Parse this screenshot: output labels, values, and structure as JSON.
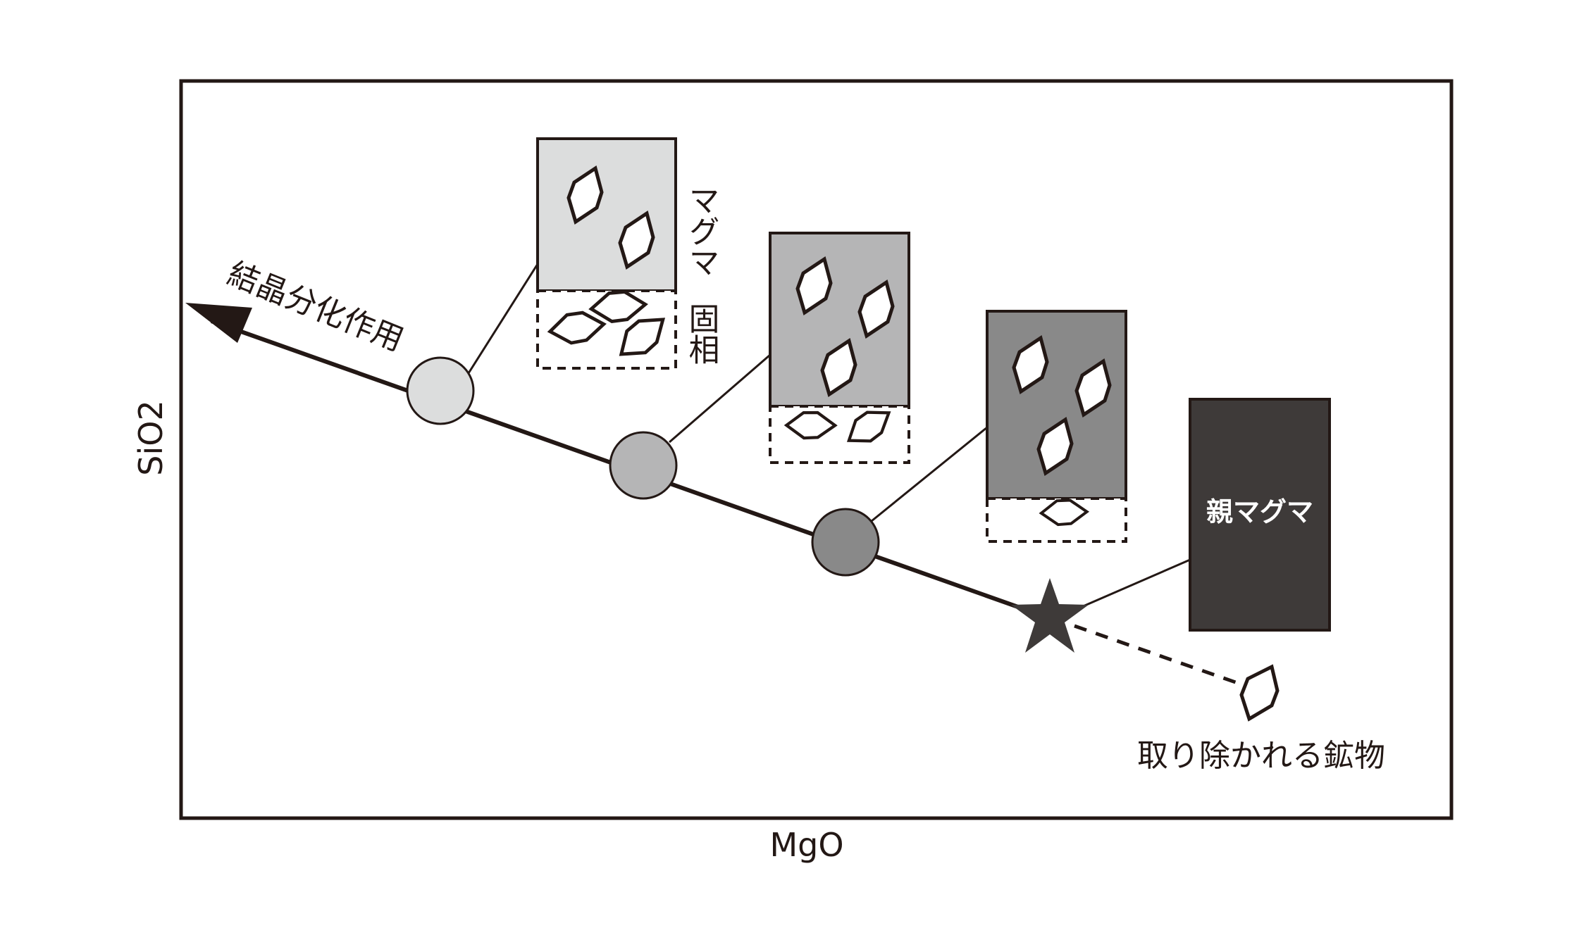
{
  "axes": {
    "x_label": "MgO",
    "y_label": "SiO2"
  },
  "process_label": "結晶分化作用",
  "legend_labels": {
    "magma": "マグマ",
    "solid": "固相"
  },
  "parent_magma_label": "親マグマ",
  "removed_mineral_label": "取り除かれる鉱物",
  "stages": [
    {
      "name": "stage-1",
      "magma_color": "#dcdddd",
      "magma_crystals": 2,
      "solid_crystals": 3
    },
    {
      "name": "stage-2",
      "magma_color": "#b5b5b6",
      "magma_crystals": 3,
      "solid_crystals": 2
    },
    {
      "name": "stage-3",
      "magma_color": "#898989",
      "magma_crystals": 3,
      "solid_crystals": 1
    }
  ],
  "colors": {
    "line": "#231815",
    "parent_magma": "#3e3a39",
    "star": "#3e3a39"
  }
}
